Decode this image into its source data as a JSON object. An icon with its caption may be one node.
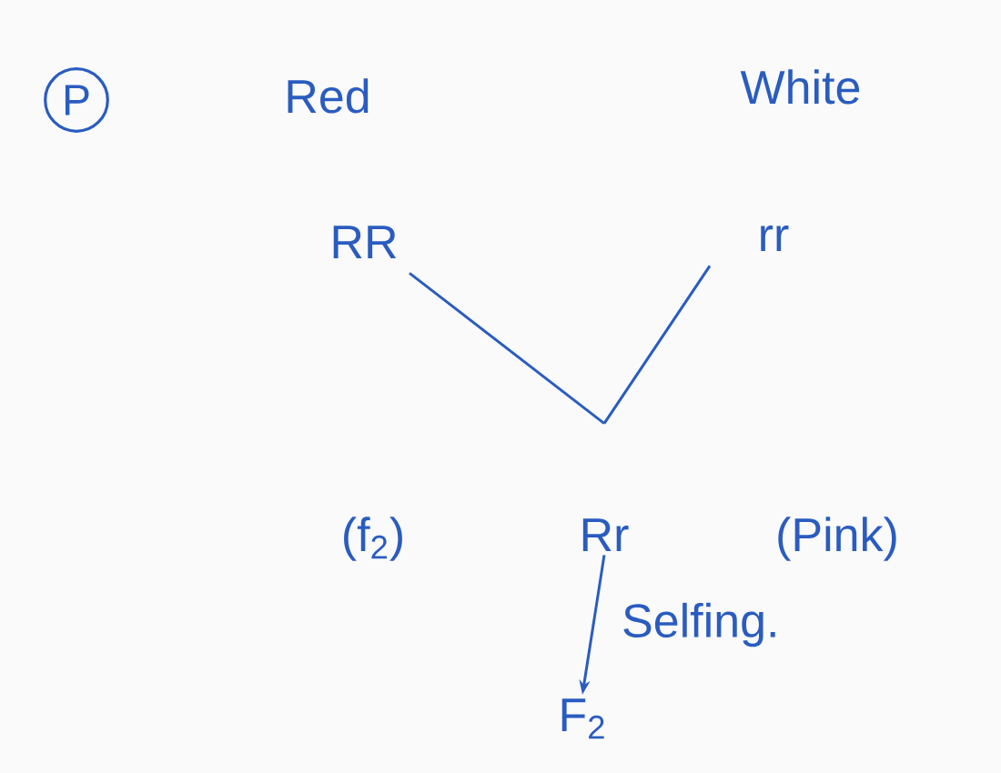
{
  "diagram": {
    "nodes": [
      {
        "text": [
          "P"
        ]
      },
      {
        "text": [
          "RR"
        ],
        "beside": [
          "Red"
        ]
      },
      {
        "text": [
          "rr"
        ],
        "beside": [
          "White"
        ]
      },
      {
        "text": [
          "Rr"
        ],
        "beside": [
          "(f$_{2}$)",
          "(Pink)"
        ]
      },
      {
        "text": [
          "F$_{2}$"
        ]
      }
    ],
    "edges": [
      {
        "from": 1,
        "to": 3,
        "arrow": "none"
      },
      {
        "from": 2,
        "to": 3,
        "arrow": "none"
      },
      {
        "from": 3,
        "to": 4,
        "arrow": "to",
        "label": "Selfing."
      }
    ]
  }
}
